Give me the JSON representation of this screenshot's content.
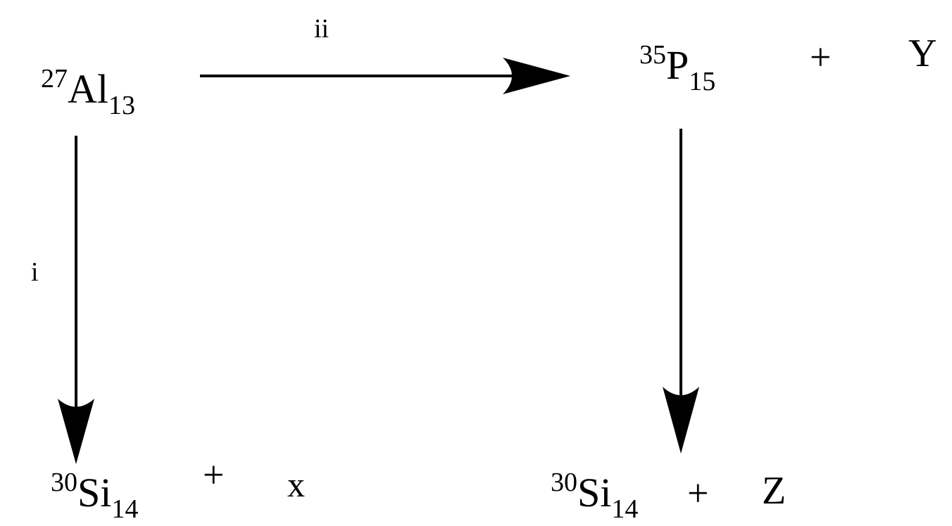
{
  "reaction_scheme": {
    "reactant": {
      "mass": "27",
      "symbol": "Al",
      "atomic": "13"
    },
    "step_ii": {
      "label": "ii",
      "product": {
        "mass": "35",
        "symbol": "P",
        "atomic": "15"
      },
      "plus": "+",
      "particle": "Y"
    },
    "step_i": {
      "label": "i",
      "product": {
        "mass": "30",
        "symbol": "Si",
        "atomic": "14"
      },
      "plus": "+",
      "particle": "x"
    },
    "step_decay": {
      "product": {
        "mass": "30",
        "symbol": "Si",
        "atomic": "14"
      },
      "plus": "+",
      "particle": "Z"
    }
  },
  "colors": {
    "ink": "#000000",
    "background": "#ffffff"
  }
}
